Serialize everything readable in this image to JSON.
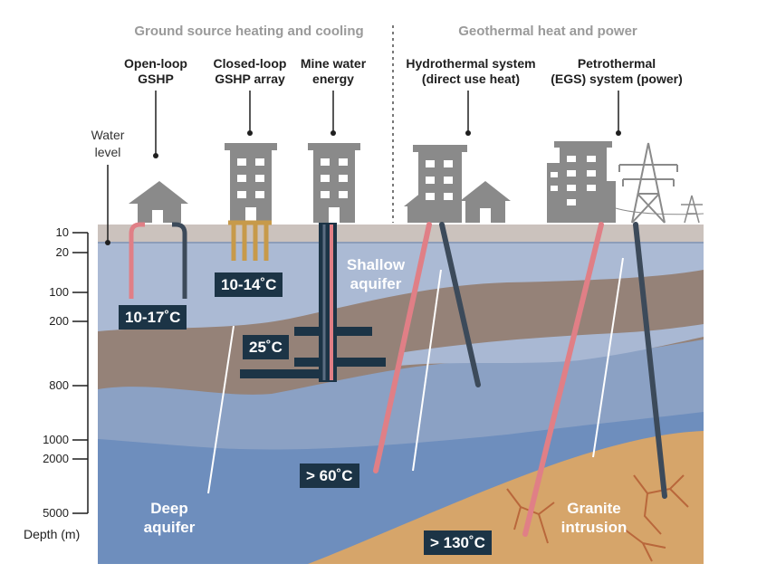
{
  "headers": {
    "left_section": "Ground source heating and cooling",
    "right_section": "Geothermal heat and power"
  },
  "columns": [
    {
      "id": "open-loop",
      "line1": "Open-loop",
      "line2": "GSHP"
    },
    {
      "id": "closed-loop",
      "line1": "Closed-loop",
      "line2": "GSHP array"
    },
    {
      "id": "mine-water",
      "line1": "Mine water",
      "line2": "energy"
    },
    {
      "id": "hydrothermal",
      "line1": "Hydrothermal system",
      "line2": "(direct use heat)"
    },
    {
      "id": "petrothermal",
      "line1": "Petrothermal",
      "line2": "(EGS) system (power)"
    }
  ],
  "water_level": {
    "line1": "Water",
    "line2": "level"
  },
  "depth_axis": {
    "label": "Depth (m)",
    "ticks": [
      "10",
      "20",
      "100",
      "200",
      "800",
      "1000",
      "2000",
      "5000"
    ]
  },
  "temperatures": {
    "open_loop": "10-17˚C",
    "closed_loop": "10-14˚C",
    "mine_water": "25˚C",
    "hydrothermal": "> 60˚C",
    "petrothermal": "> 130˚C"
  },
  "aquifers": {
    "shallow_line1": "Shallow",
    "shallow_line2": "aquifer",
    "deep_line1": "Deep",
    "deep_line2": "aquifer",
    "granite_line1": "Granite",
    "granite_line2": "intrusion"
  },
  "colors": {
    "section_header": "#9a9a9a",
    "surface": "#cbc2bd",
    "shallow_aquifer": "#abbad4",
    "brown_layer": "#958278",
    "mid_blue_layer": "#8ba1c4",
    "deep_blue_layer": "#6e8ebd",
    "granite": "#d6a56a",
    "building": "#8a8a8a",
    "hot_pipe": "#e07f86",
    "cold_pipe": "#3c4a5a",
    "temp_badge": "#1c3446"
  }
}
